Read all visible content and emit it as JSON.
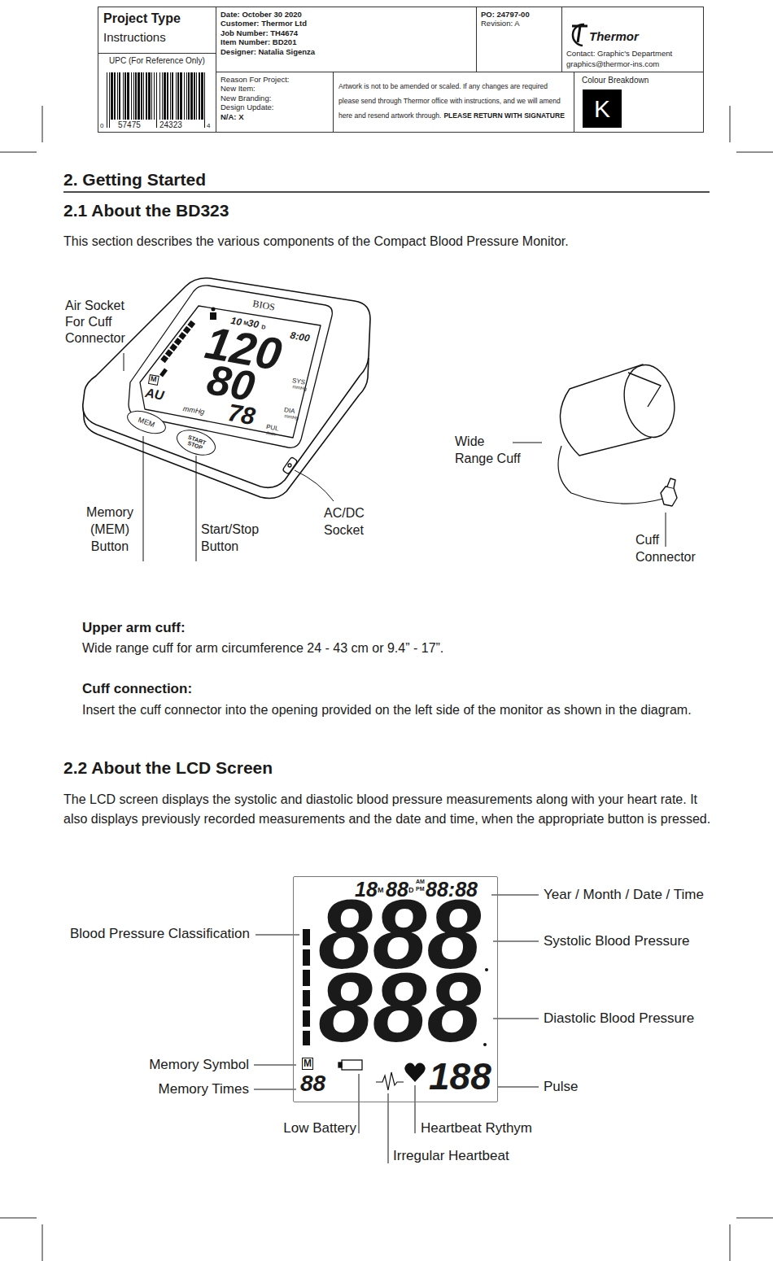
{
  "diagram": {
    "title": "2. Getting Started",
    "nodes": [
      {
        "text": [
          "Project Type",
          "Instructions"
        ]
      },
      {
        "text": [
          "Date: October 30 2020",
          "Customer: Thermor Ltd",
          "Job Number: TH4674",
          "Item Number: BD201",
          "Designer: Natalia Sigenza"
        ]
      },
      {
        "text": [
          "PO: 24797-00",
          "Revision: A"
        ]
      },
      {
        "text": [
          "Thermor",
          "Contact: Graphic's Department",
          "graphics@thermor-ins.com"
        ]
      },
      {
        "text": [
          "UPC (For Reference Only)",
          "0",
          "57475",
          "24323",
          "4"
        ]
      },
      {
        "text": [
          "Reason For Project:",
          "New Item:",
          "New Branding:",
          "Design Update:",
          "N/A: X"
        ]
      },
      {
        "text": [
          "Artwork is not to be amended or scaled. If any changes are required please send through Thermor office with instructions, and we will amend here and resend artwork through.",
          "PLEASE RETURN WITH SIGNATURE"
        ]
      },
      {
        "text": [
          "Colour Breakdown"
        ]
      },
      {
        "text": [
          "K"
        ],
        "in": 7
      },
      {
        "text": [
          "MEM"
        ]
      },
      {
        "text": [
          "START STOP"
        ]
      },
      {
        "text": [
          "18",
          "M",
          "88",
          "D",
          "AM",
          "PM",
          "88:88",
          "888",
          "888",
          "M",
          "88",
          "188"
        ]
      }
    ],
    "labels": [
      "2.1 About the BD323",
      "This section describes the various components of the Compact Blood Pressure Monitor.",
      "Air Socket For Cuff Connector",
      "BIOS",
      "10",
      "M",
      "30",
      "D",
      "8:00",
      "120",
      "80",
      "78",
      "SYS",
      "mmHg",
      "DIA",
      "mmHg",
      "PUL",
      "/min",
      "mmHg",
      "M",
      "AU",
      "Memory (MEM) Button",
      "Start/Stop Button",
      "AC/DC Socket",
      "Wide Range Cuff",
      "Cuff Connector",
      "Upper arm cuff:",
      "Wide range cuff for arm circumference 24 - 43 cm or 9.4” - 17”.",
      "Cuff connection:",
      "Insert the cuff connector into the opening provided on the left side of the monitor as shown in the diagram.",
      "2.2 About the LCD Screen",
      "The LCD screen displays the systolic and diastolic blood pressure measurements along with your heart rate. It also displays previously recorded measurements and the date and time, when the appropriate button is pressed.",
      "Year / Month / Date / Time",
      "Systolic Blood Pressure",
      "Diastolic Blood Pressure",
      "Pulse",
      "Blood Pressure Classification",
      "Memory Symbol",
      "Memory Times",
      "Low Battery",
      "Heartbeat Rythym",
      "Irregular Heartbeat"
    ]
  }
}
